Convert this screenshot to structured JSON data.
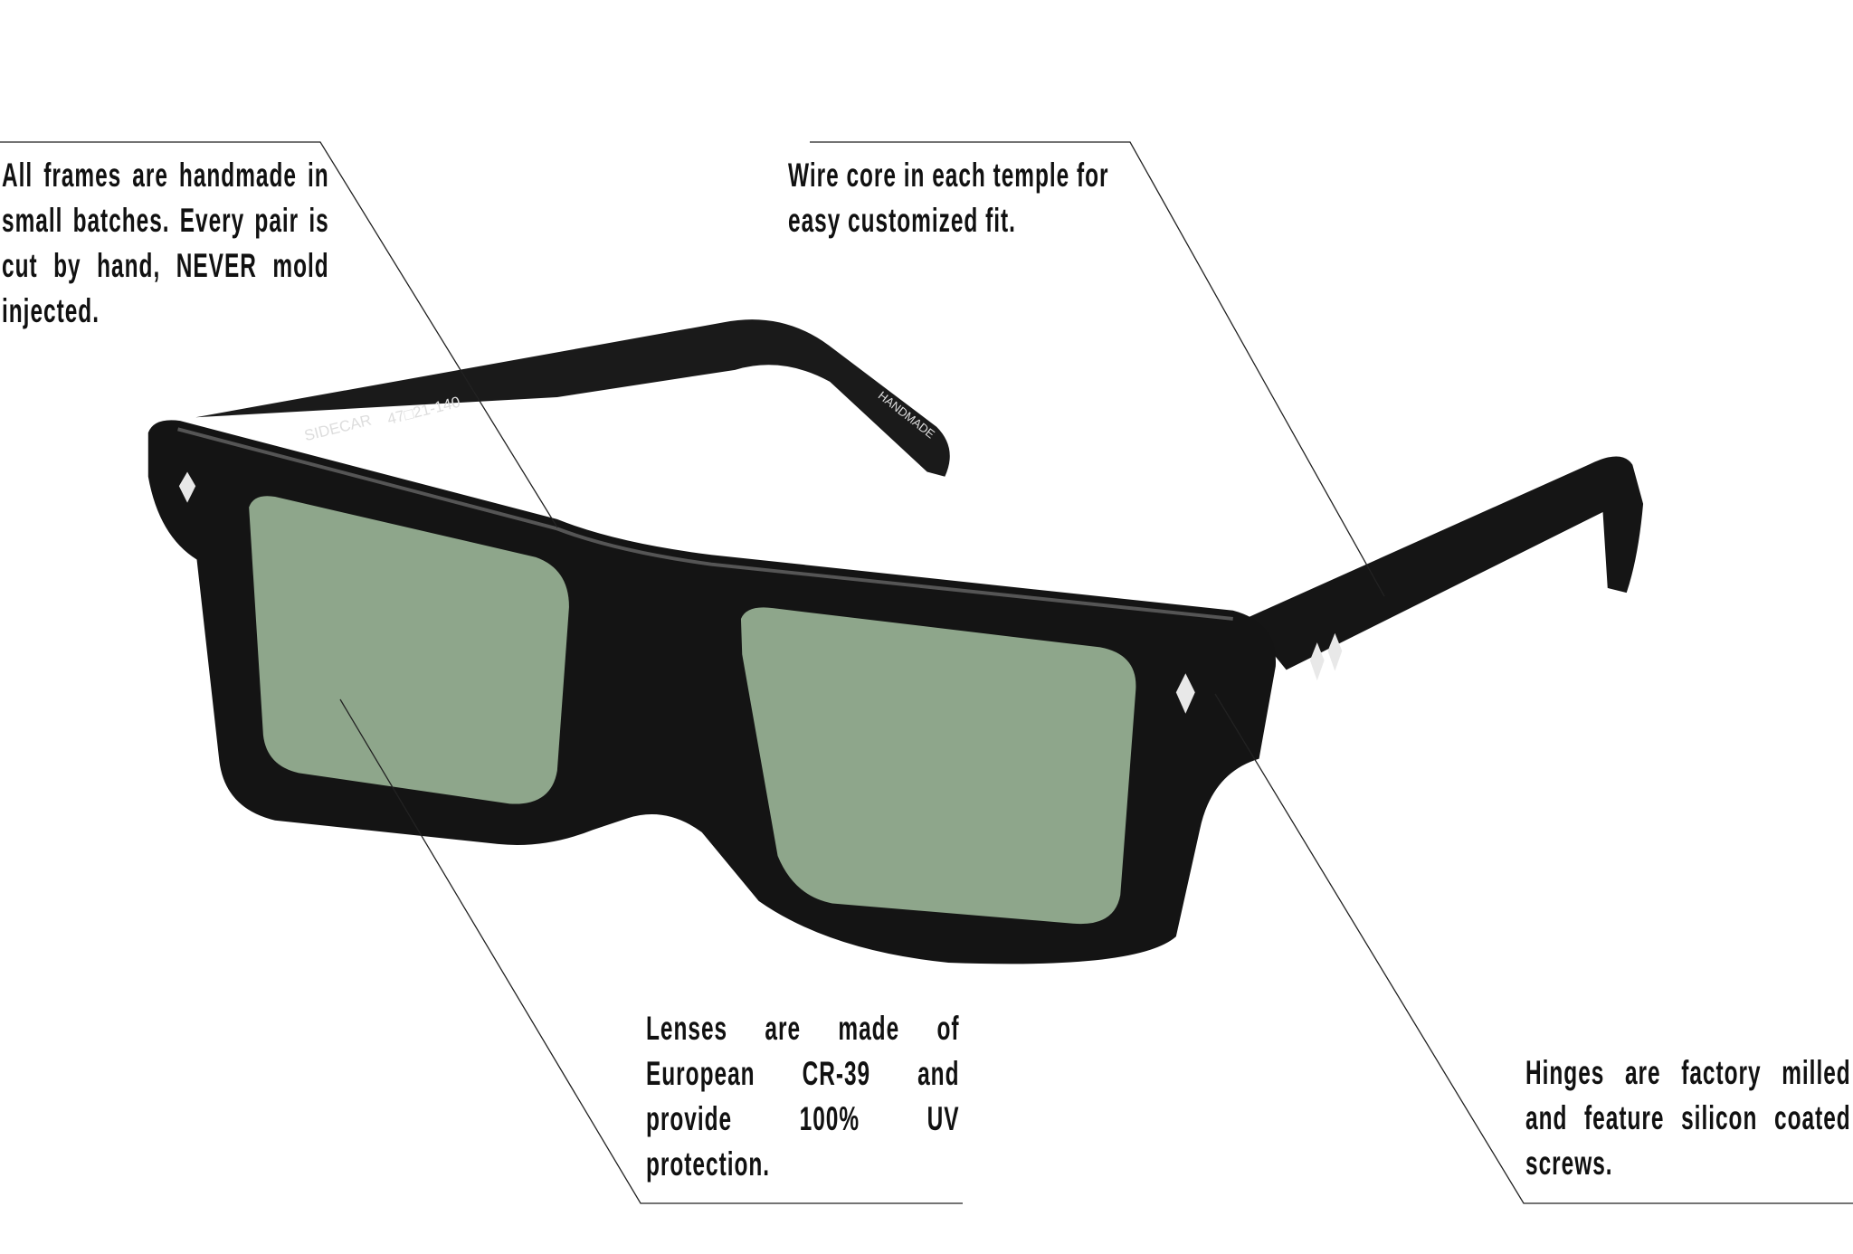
{
  "callouts": {
    "frames": "All frames are handmade in small batches. Every pair is cut by hand, NEVER mold injected.",
    "wire_core": "Wire core in each temple for easy customized fit.",
    "lenses": "Lenses are made of European CR-39 and provide 100% UV protection.",
    "hinges": "Hinges are factory milled and feature silicon coated screws."
  },
  "temple_engraving": {
    "model": "SIDECAR",
    "size": "47□21-140",
    "tag": "HANDMADE"
  },
  "colors": {
    "frame": "#141414",
    "lens": "#8ea68b",
    "leader_line": "#222222"
  }
}
